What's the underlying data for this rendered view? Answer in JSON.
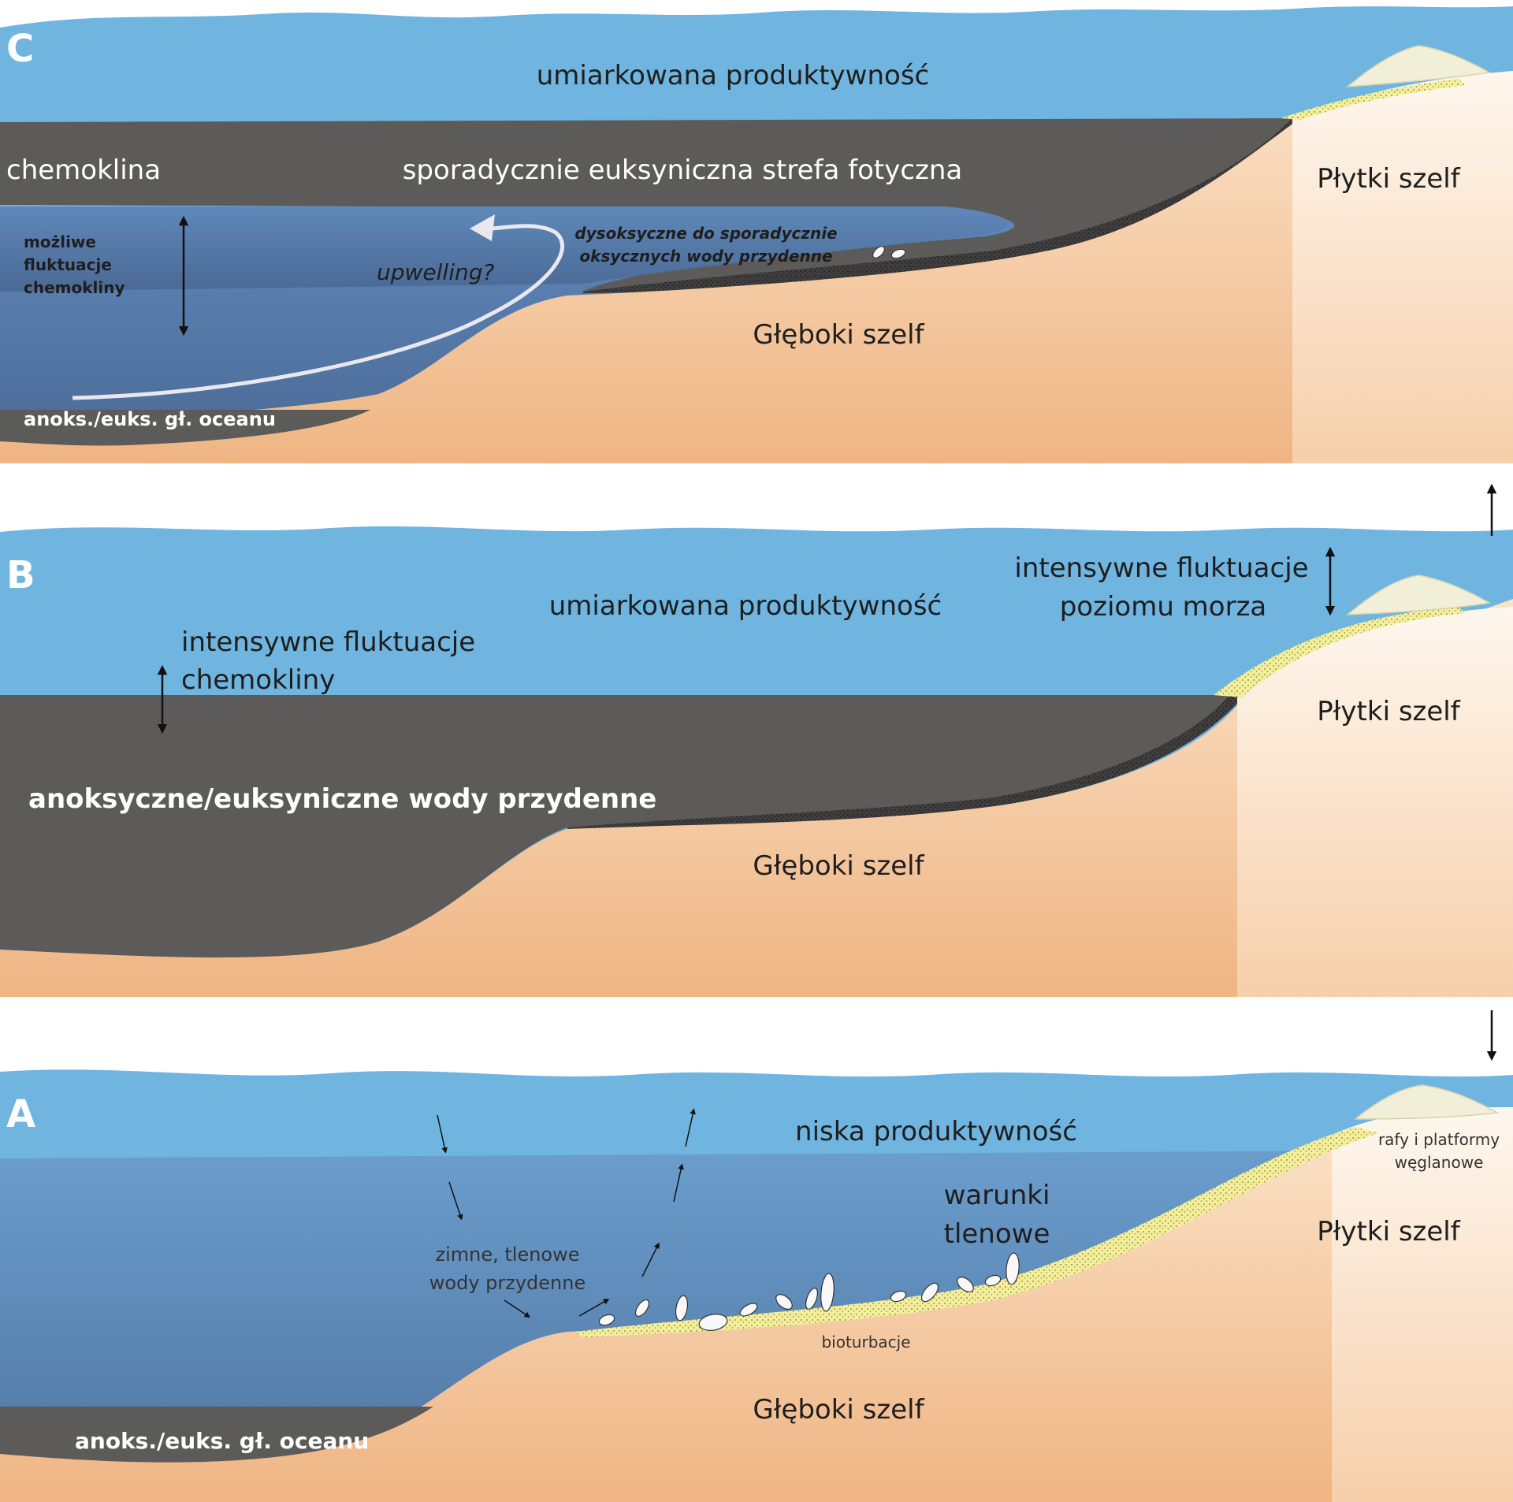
{
  "panels": {
    "C": {
      "letter": "C",
      "productivity": "umiarkowana produktywność",
      "chemocline": "chemoklina",
      "photic_zone": "sporadycznie euksyniczna strefa fotyczna",
      "shallow_shelf": "Płytki szelf",
      "fluctuation_lines": [
        "możliwe",
        "fluktuacje",
        "chemokliny"
      ],
      "bottom_water_lines": [
        "dysoksyczne do sporadycznie",
        "oksycznych wody przydenne"
      ],
      "upwelling": "upwelling?",
      "deep_shelf": "Głęboki szelf",
      "ocean_floor": "anoks./euks. gł. oceanu"
    },
    "B": {
      "letter": "B",
      "productivity": "umiarkowana produktywność",
      "sea_level_lines": [
        "intensywne fluktuacje",
        "poziomu morza"
      ],
      "chemocline_lines": [
        "intensywne fluktuacje",
        "chemokliny"
      ],
      "shallow_shelf": "Płytki szelf",
      "bottom_waters": "anoksyczne/euksyniczne wody przydenne",
      "deep_shelf": "Głęboki szelf"
    },
    "A": {
      "letter": "A",
      "productivity": "niska produktywność",
      "oxic_lines": [
        "warunki",
        "tlenowe"
      ],
      "reef_lines": [
        "rafy i platformy",
        "węglanowe"
      ],
      "shallow_shelf": "Płytki szelf",
      "cold_water_lines": [
        "zimne, tlenowe",
        "wody przydenne"
      ],
      "bioturbation": "bioturbacje",
      "deep_shelf": "Głęboki szelf",
      "ocean_floor": "anoks./euks.  gł. oceanu"
    }
  },
  "colors": {
    "surface_water": "#6fb5e0",
    "deep_water": "#4a6894",
    "anoxic_layer": "#5d5a5a",
    "sediment_top": "#f9dcc1",
    "sediment_bottom": "#eeb383",
    "shallow_shelf": "#fdf1e4",
    "sand": "#f2ee9a",
    "reef": "#f1efd8"
  }
}
